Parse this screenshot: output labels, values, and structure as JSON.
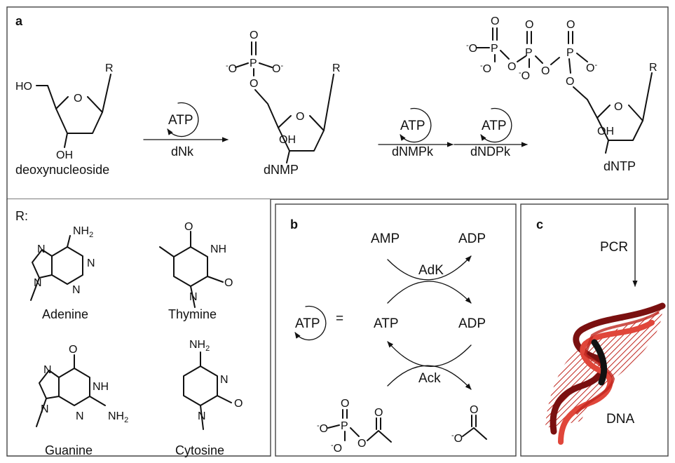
{
  "panels": {
    "a": {
      "letter": "a",
      "species": [
        "deoxynucleoside",
        "dNMP",
        "dNTP"
      ],
      "enzymes": [
        "dNk",
        "dNMPk",
        "dNDPk"
      ],
      "cofactor": "ATP",
      "r_label": "R:",
      "bases": [
        "Adenine",
        "Thymine",
        "Guanine",
        "Cytosine"
      ]
    },
    "b": {
      "letter": "b",
      "cofactor": "ATP",
      "equals": "=",
      "amp": "AMP",
      "adp_top": "ADP",
      "atp": "ATP",
      "adp_mid": "ADP",
      "adk": "AdK",
      "ack": "Ack"
    },
    "c": {
      "letter": "c",
      "pcr": "PCR",
      "dna": "DNA"
    }
  },
  "atoms": {
    "O": "O",
    "P": "P",
    "R": "R",
    "HO": "HO",
    "OH": "OH",
    "N": "N",
    "NH": "NH",
    "NH2_prefix": "NH",
    "sub2": "2",
    "minus": "-"
  },
  "colors": {
    "helix_dark": "#7a1010",
    "helix_mid": "#c0271f",
    "helix_light": "#e0463a",
    "helix_black": "#111111"
  }
}
